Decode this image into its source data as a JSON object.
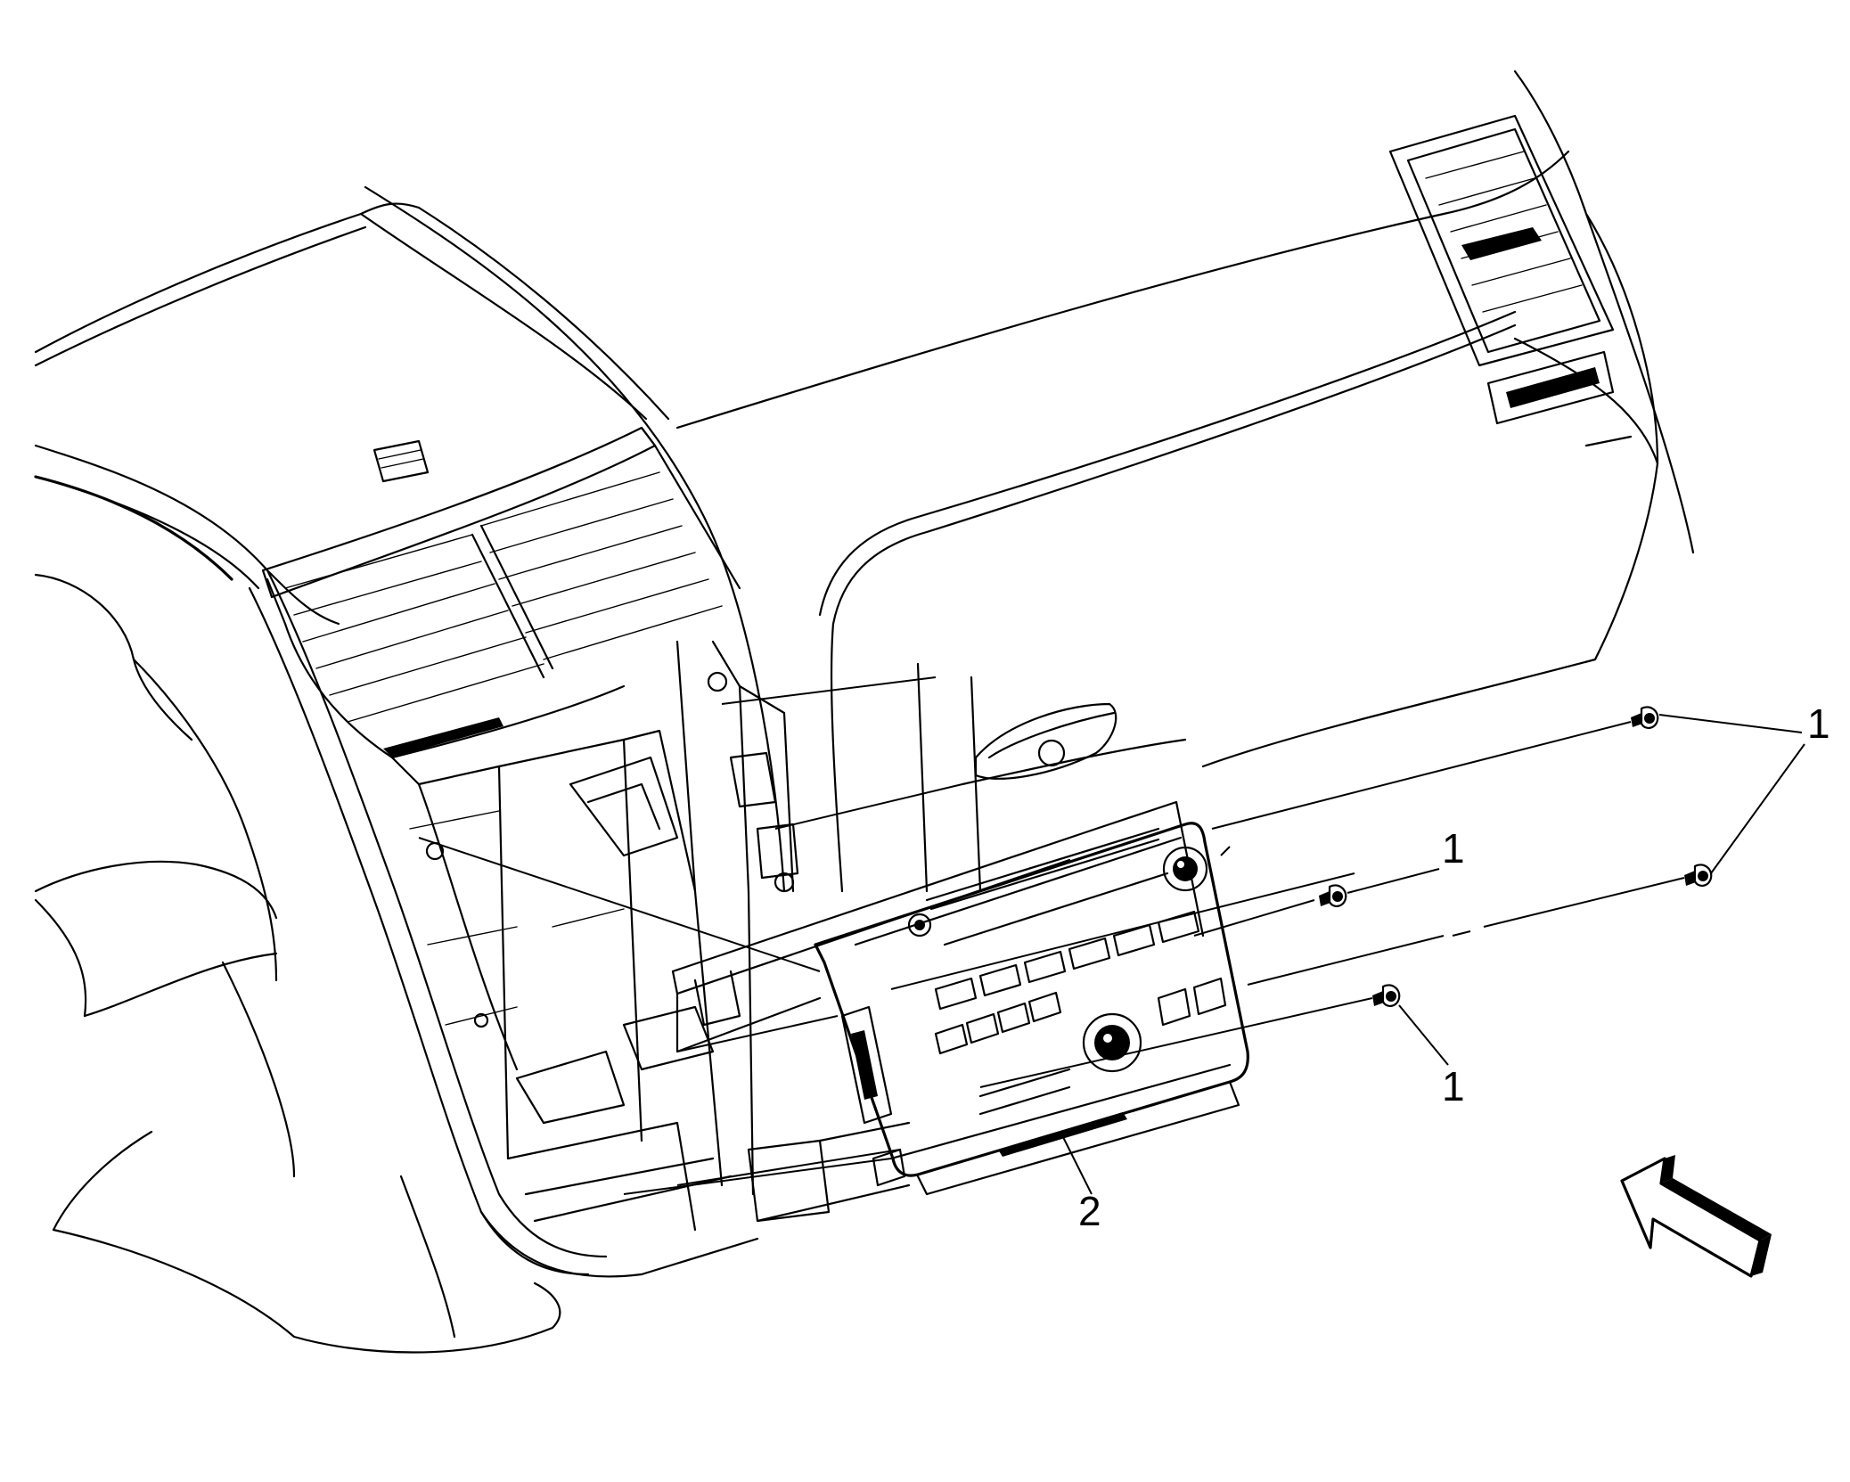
{
  "callouts": [
    {
      "id": "fastener-upper-right",
      "label": "1"
    },
    {
      "id": "fastener-middle",
      "label": "1"
    },
    {
      "id": "fastener-lower",
      "label": "1"
    },
    {
      "id": "radio-assembly",
      "label": "2"
    }
  ],
  "icons": {
    "view_direction": "view-direction-arrow-icon",
    "fastener": "screw-icon"
  },
  "colors": {
    "line": "#000000",
    "background": "#ffffff"
  }
}
